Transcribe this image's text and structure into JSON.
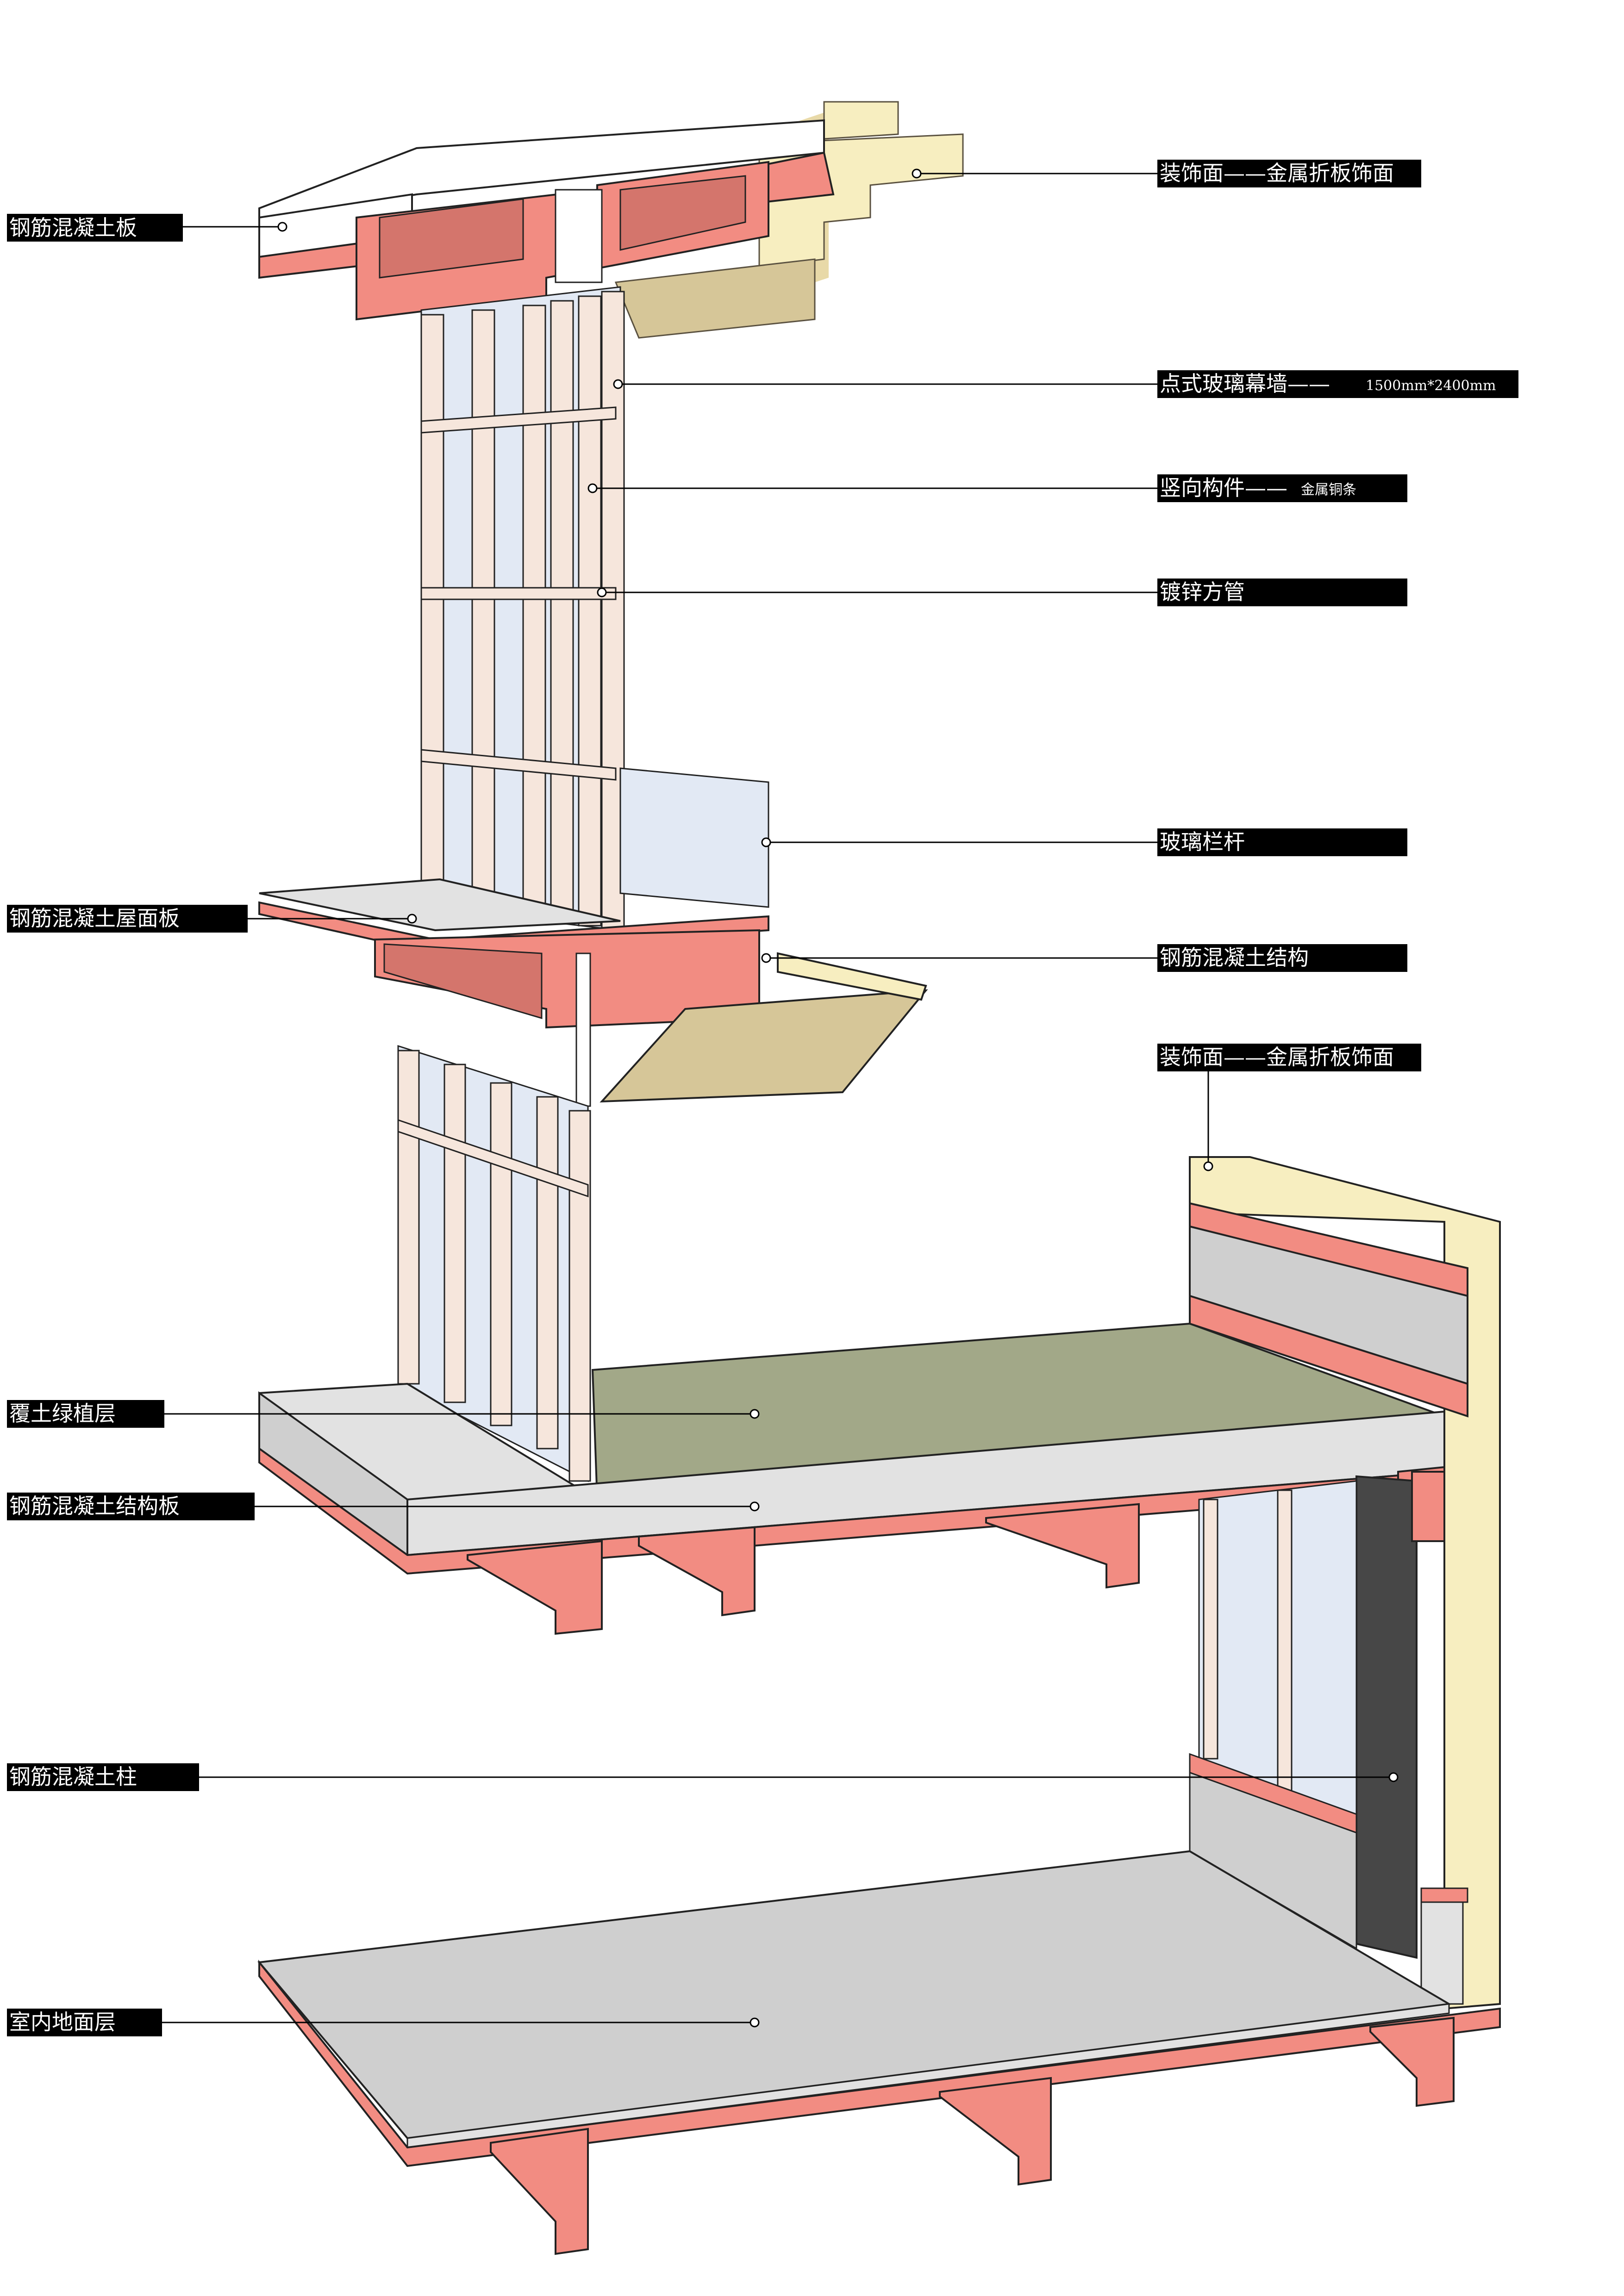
{
  "colors": {
    "concrete": "#f28c82",
    "concrete_side": "#d4756c",
    "gold_light": "#f7eec0",
    "gold_mid": "#e8d9a8",
    "gold_dark": "#d6c698",
    "glass": "#e2e9f4",
    "frame": "#f6e6dc",
    "paving": "#cfcfcf",
    "paving_light": "#e2e2e2",
    "green": "#a2a888",
    "column": "#474747",
    "label_bg": "#000000",
    "label_text": "#ffffff"
  },
  "labels": {
    "top_slab": "钢筋混凝土板",
    "deco_face_top": "装饰面——金属折板饰面",
    "curtain_wall": "点式玻璃幕墙——",
    "curtain_wall_size": "1500mm*2400mm",
    "vertical_member": "竖向构件——",
    "vertical_member_material": "金属铜条",
    "galvanized_tube": "镀锌方管",
    "glass_railing": "玻璃栏杆",
    "roof_slab": "钢筋混凝土屋面板",
    "rc_structure": "钢筋混凝土结构",
    "deco_face_mid": "装饰面——金属折板饰面",
    "soil_planting": "覆土绿植层",
    "structural_slab": "钢筋混凝土结构板",
    "rc_column": "钢筋混凝土柱",
    "indoor_floor": "室内地面层"
  }
}
